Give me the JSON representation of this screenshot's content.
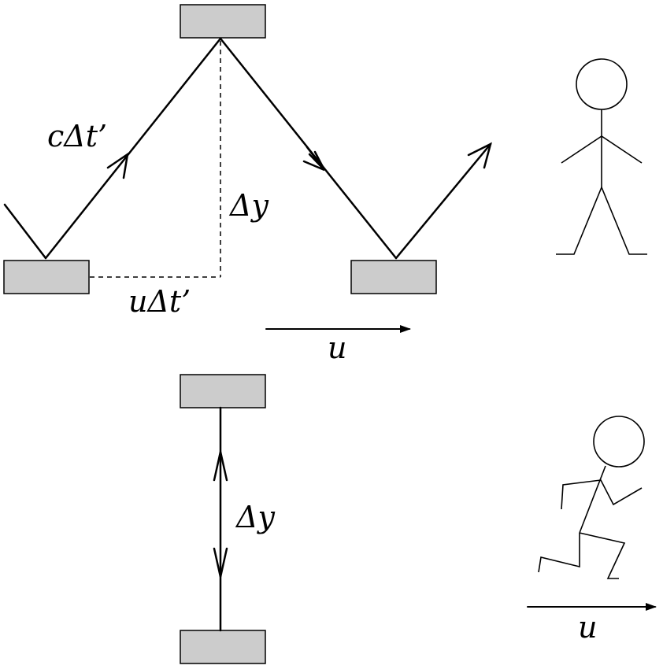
{
  "labels": {
    "c_dt_prime": "cΔt’",
    "dy_top": "Δy",
    "u_dt_prime": "uΔt’",
    "u_top": "u",
    "dy_bottom": "Δy",
    "u_bottom": "u"
  },
  "colors": {
    "mirror_fill": "#cccccc",
    "line": "#000000",
    "background": "#ffffff"
  }
}
